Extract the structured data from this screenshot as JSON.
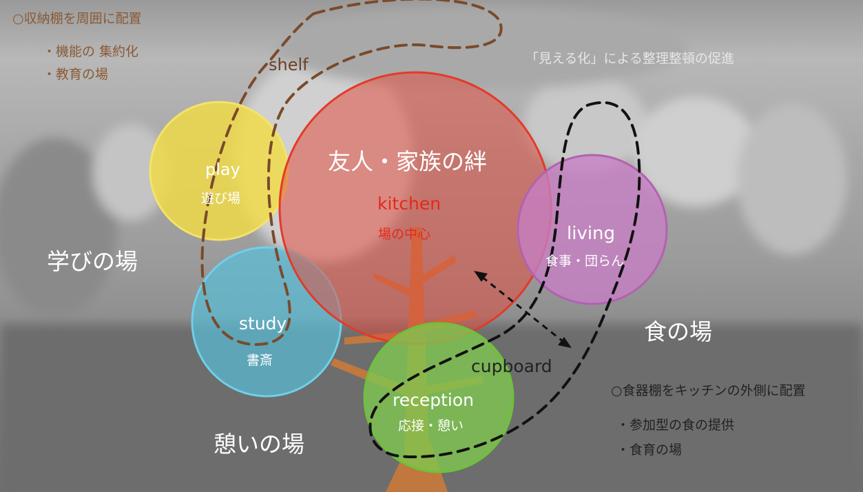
{
  "colors": {
    "kitchen": "#e24a3c",
    "play": "#f2dc45",
    "study": "#57c0dc",
    "living": "#c77fc4",
    "reception": "#7fc94e",
    "shelf_line": "#7a4a2a",
    "cupboard_line": "#111111",
    "tree": "#c97a3b"
  },
  "notes": {
    "shelf_heading": "○収納棚を周囲に配置",
    "shelf_points": [
      "・機能の 集約化",
      "・教育の場"
    ],
    "visualization": "「見える化」による整理整頓の促進",
    "cupboard_heading": "○食器棚をキッチンの外側に配置",
    "cupboard_points": [
      "・参加型の食の提供",
      "・食育の場"
    ]
  },
  "labels": {
    "shelf": "shelf",
    "cupboard": "cupboard"
  },
  "zones": {
    "learning": "学びの場",
    "eating": "食の場",
    "rest": "憩いの場"
  },
  "circles": {
    "kitchen": {
      "top": "友人・家族の絆",
      "en": "kitchen",
      "jp": "場の中心"
    },
    "play": {
      "en": "play",
      "jp": "遊び場"
    },
    "study": {
      "en": "study",
      "jp": "書斎"
    },
    "living": {
      "en": "living",
      "jp": "食事・団らん"
    },
    "reception": {
      "en": "reception",
      "jp": "応接・憩い"
    }
  },
  "icons": {
    "arrow": "double-arrow-icon"
  }
}
